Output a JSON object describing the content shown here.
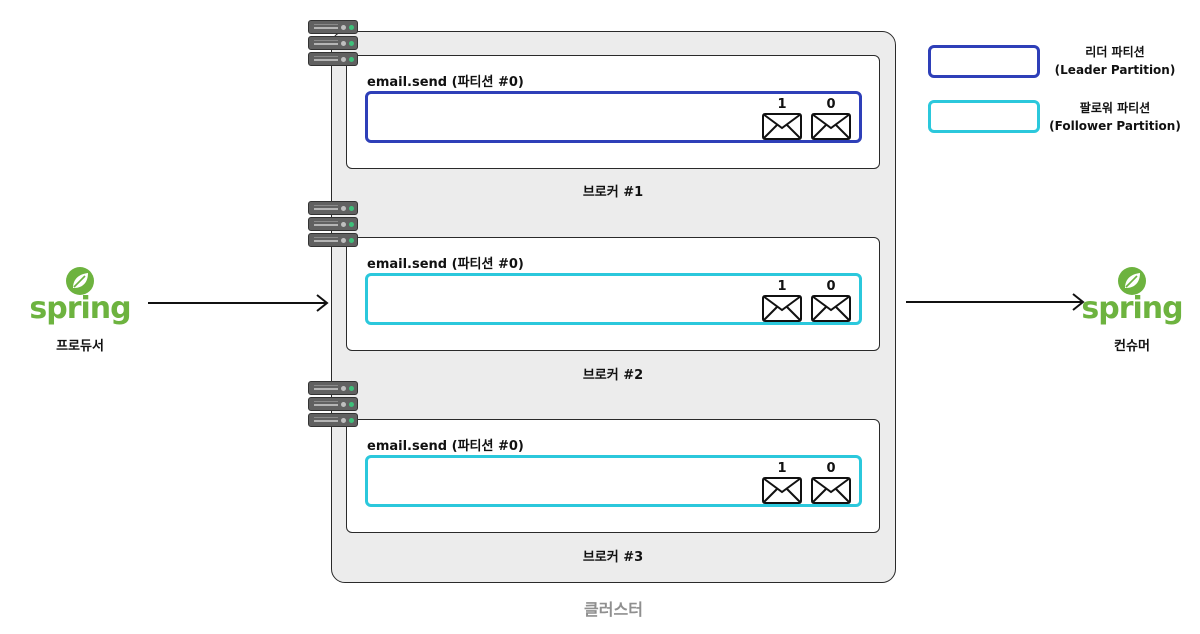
{
  "colors": {
    "leader": "#2e3fb8",
    "follower": "#2bc8dc",
    "spring_green": "#6db33f",
    "cluster_bg": "#ececec"
  },
  "producer": {
    "logo": "spring",
    "caption": "프로듀서"
  },
  "consumer": {
    "logo": "spring",
    "caption": "컨슈머"
  },
  "cluster": {
    "label": "클러스터"
  },
  "brokers": [
    {
      "name": "브로커 #1",
      "partition_title": "email.send (파티션 #0)",
      "role": "leader",
      "messages": [
        {
          "offset": "1"
        },
        {
          "offset": "0"
        }
      ]
    },
    {
      "name": "브로커 #2",
      "partition_title": "email.send (파티션 #0)",
      "role": "follower",
      "messages": [
        {
          "offset": "1"
        },
        {
          "offset": "0"
        }
      ]
    },
    {
      "name": "브로커 #3",
      "partition_title": "email.send (파티션 #0)",
      "role": "follower",
      "messages": [
        {
          "offset": "1"
        },
        {
          "offset": "0"
        }
      ]
    }
  ],
  "legend": {
    "leader": {
      "line1": "리더 파티션",
      "line2": "(Leader Partition)"
    },
    "follower": {
      "line1": "팔로워 파티션",
      "line2": "(Follower Partition)"
    }
  },
  "icons": {
    "server": "server-rack-icon",
    "message": "envelope-icon",
    "leaf": "spring-leaf-icon"
  }
}
